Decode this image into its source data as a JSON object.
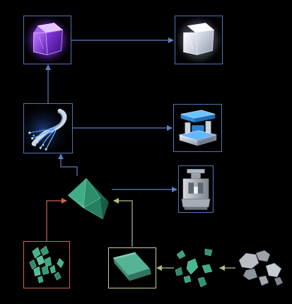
{
  "screen": {
    "background": "#000000"
  },
  "edge_colors": {
    "primary": "#5c7fbf",
    "shard_to_crystal": "#c9674e",
    "to_slab": "#a9c47f"
  },
  "nodes": [
    {
      "id": "purple-cube",
      "icon": "purple-cube-icon",
      "framed": true,
      "frame_color": "#4f76b8"
    },
    {
      "id": "white-cube",
      "icon": "white-cube-icon",
      "framed": true,
      "frame_color": "#4f76b8"
    },
    {
      "id": "fiber-optic",
      "icon": "fiber-optic-icon",
      "framed": true,
      "frame_color": "#4f76b8"
    },
    {
      "id": "blue-machine",
      "icon": "blue-machine-icon",
      "framed": true,
      "frame_color": "#4f76b8"
    },
    {
      "id": "green-crystal",
      "icon": "green-crystal-icon",
      "framed": false
    },
    {
      "id": "gray-machine",
      "icon": "gray-machine-icon",
      "framed": true,
      "frame_color": "#4f76b8"
    },
    {
      "id": "crystal-shards",
      "icon": "crystal-shards-icon",
      "framed": true,
      "frame_color": "#c9674e"
    },
    {
      "id": "green-slab",
      "icon": "green-slab-icon",
      "framed": true,
      "frame_color": "#c8d29a"
    },
    {
      "id": "green-chunks",
      "icon": "green-chunks-icon",
      "framed": false
    },
    {
      "id": "gray-rocks",
      "icon": "gray-rocks-icon",
      "framed": false
    }
  ],
  "edges": [
    {
      "from": "fiber-optic",
      "to": "purple-cube",
      "color_key": "primary"
    },
    {
      "from": "purple-cube",
      "to": "white-cube",
      "color_key": "primary"
    },
    {
      "from": "fiber-optic",
      "to": "blue-machine",
      "color_key": "primary"
    },
    {
      "from": "green-crystal",
      "to": "fiber-optic",
      "color_key": "primary"
    },
    {
      "from": "green-crystal",
      "to": "gray-machine",
      "color_key": "primary"
    },
    {
      "from": "crystal-shards",
      "to": "green-crystal",
      "color_key": "shard_to_crystal"
    },
    {
      "from": "green-slab",
      "to": "green-crystal",
      "color_key": "to_slab"
    },
    {
      "from": "green-chunks",
      "to": "green-slab",
      "color_key": "to_slab"
    },
    {
      "from": "gray-rocks",
      "to": "green-chunks",
      "color_key": "to_slab"
    }
  ]
}
